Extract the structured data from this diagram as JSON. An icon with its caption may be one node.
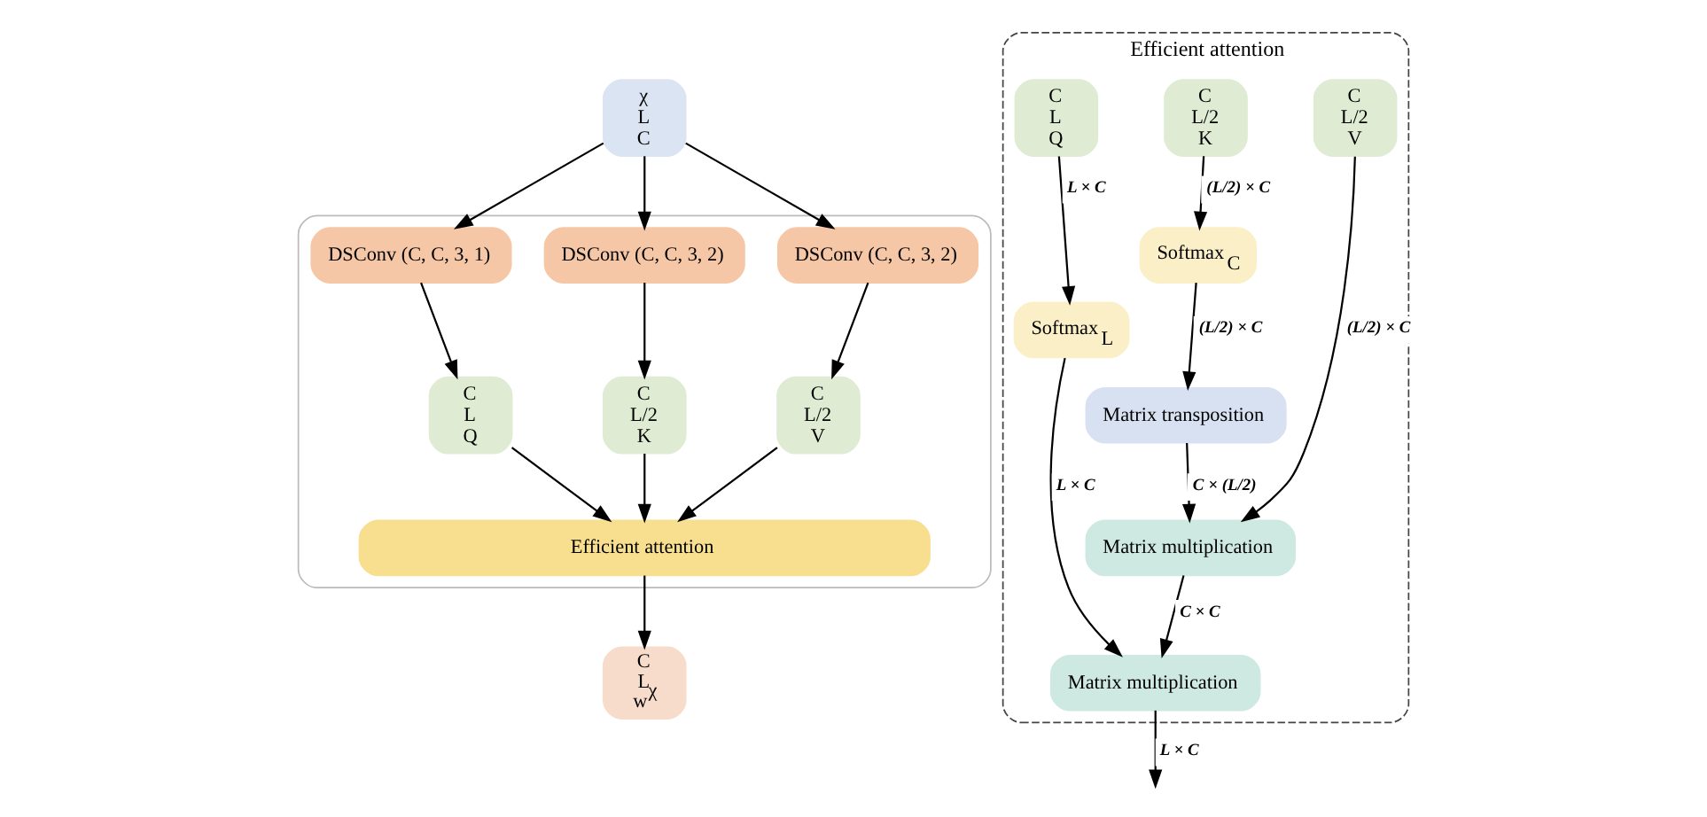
{
  "diagram": {
    "nodes": [
      {
        "text": [
          "χ",
          "L",
          "C"
        ]
      },
      {
        "text": [],
        "shape": "box"
      },
      {
        "text": [
          "DSConv (C, C, 3, 1)"
        ],
        "in": 1
      },
      {
        "text": [
          "DSConv (C, C, 3, 2)"
        ],
        "in": 1
      },
      {
        "text": [
          "DSConv (C, C, 3, 2)"
        ],
        "in": 1
      },
      {
        "text": [
          "C",
          "L",
          "Q"
        ],
        "in": 1
      },
      {
        "text": [
          "C",
          "L/2",
          "K"
        ],
        "in": 1
      },
      {
        "text": [
          "C",
          "L/2",
          "V"
        ],
        "in": 1
      },
      {
        "text": [
          "Efficient attention"
        ],
        "in": 1
      },
      {
        "text": [
          "C",
          "L",
          "w$^{χ}$"
        ]
      },
      {
        "text": [
          "Efficient attention"
        ]
      },
      {
        "text": [
          "C",
          "L",
          "Q"
        ],
        "in": 10
      },
      {
        "text": [
          "C",
          "L/2",
          "K"
        ],
        "in": 10
      },
      {
        "text": [
          "C",
          "L/2",
          "V"
        ],
        "in": 10
      },
      {
        "text": [
          "Softmax$_{C}$"
        ],
        "in": 10
      },
      {
        "text": [
          "Matrix transposition"
        ],
        "in": 10
      },
      {
        "text": [
          "Softmax$_{L}$"
        ],
        "in": 10
      },
      {
        "text": [
          "Matrix multiplication"
        ],
        "in": 10
      },
      {
        "text": [
          "Matrix multiplication"
        ],
        "in": 10
      }
    ],
    "edges": [
      {
        "from": 0,
        "to": 2,
        "arrow": "to"
      },
      {
        "from": 0,
        "to": 3,
        "arrow": "to"
      },
      {
        "from": 0,
        "to": 4,
        "arrow": "to"
      },
      {
        "from": 2,
        "to": 5,
        "arrow": "to"
      },
      {
        "from": 3,
        "to": 6,
        "arrow": "to"
      },
      {
        "from": 4,
        "to": 7,
        "arrow": "to"
      },
      {
        "from": 5,
        "to": 8,
        "arrow": "to"
      },
      {
        "from": 6,
        "to": 8,
        "arrow": "to"
      },
      {
        "from": 7,
        "to": 8,
        "arrow": "to"
      },
      {
        "from": 8,
        "to": 9,
        "arrow": "to"
      },
      {
        "from": 11,
        "to": 16,
        "arrow": "to",
        "label": "L × C"
      },
      {
        "from": 12,
        "to": 14,
        "arrow": "to",
        "label": "(L/2) × C"
      },
      {
        "from": 13,
        "to": 17,
        "arrow": "to",
        "label": "(L/2) × C"
      },
      {
        "from": 14,
        "to": 15,
        "arrow": "to",
        "label": "(L/2) × C"
      },
      {
        "from": 16,
        "to": 18,
        "arrow": "to",
        "label": "L × C"
      },
      {
        "from": 15,
        "to": 17,
        "arrow": "to",
        "label": "C × (L/2)"
      },
      {
        "from": 17,
        "to": 18,
        "arrow": "to",
        "label": "C × C"
      },
      {
        "from": 18,
        "to": null,
        "arrow": "to",
        "label": "L × C"
      }
    ]
  }
}
